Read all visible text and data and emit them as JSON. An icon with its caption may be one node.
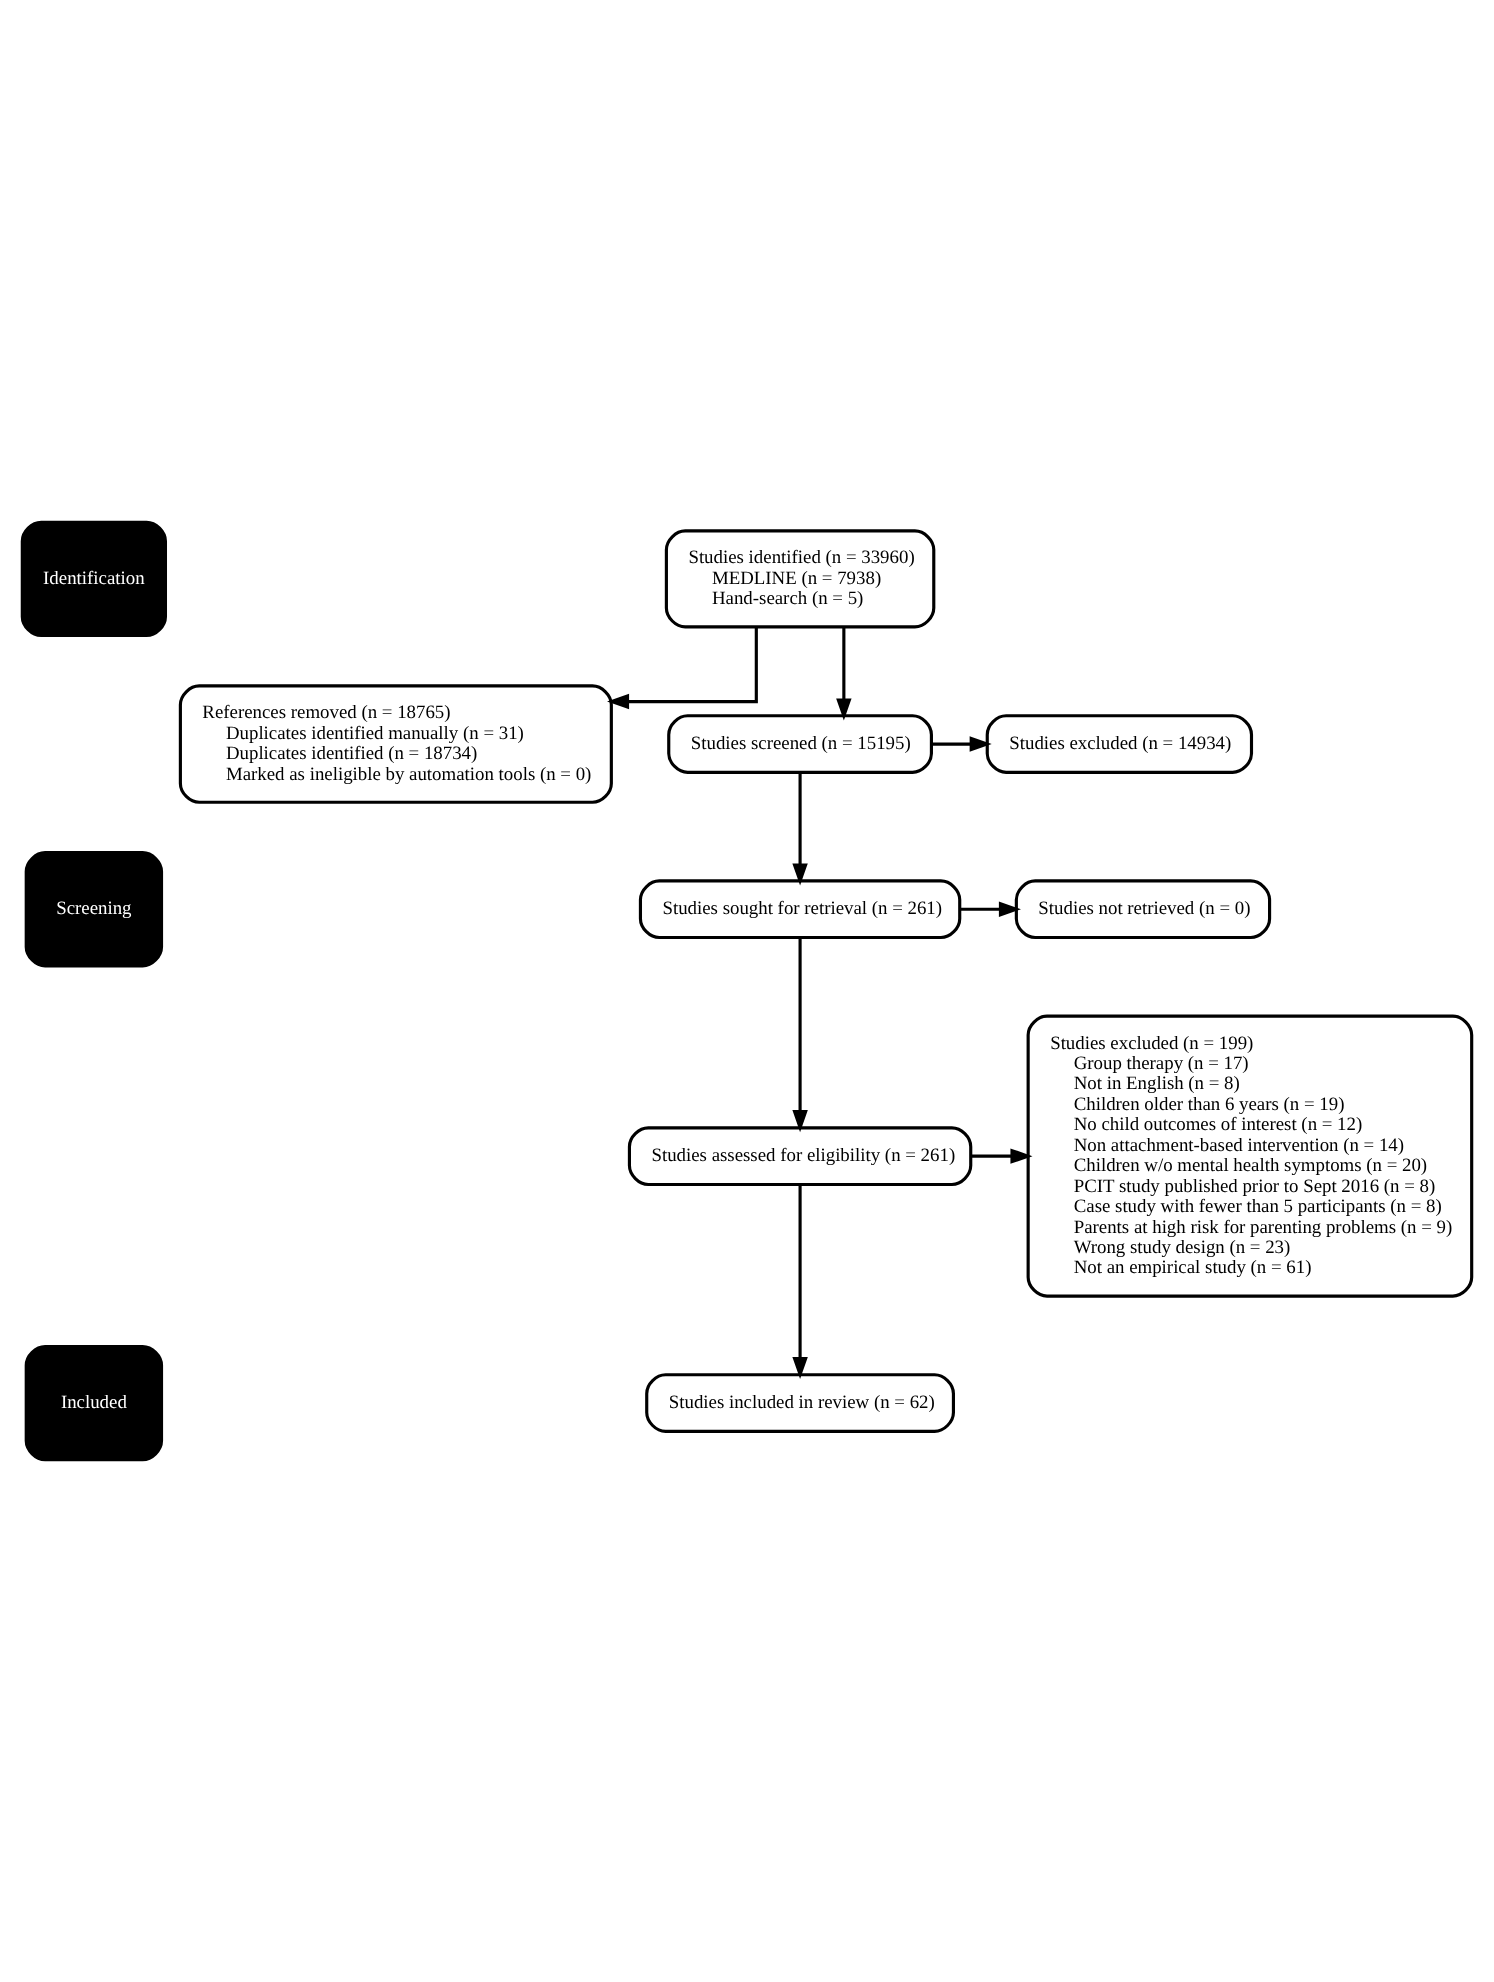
{
  "diagram": {
    "nodes": [
      {
        "text": [
          "Identification"
        ]
      },
      {
        "text": [
          "Screening"
        ]
      },
      {
        "text": [
          "Included"
        ]
      },
      {
        "text": [
          "Studies identified (n = 33960)",
          "MEDLINE (n = 7938)",
          "Hand-search (n = 5)"
        ]
      },
      {
        "text": [
          "References removed (n = 18765)",
          "Duplicates identified manually (n = 31)",
          "Duplicates identified (n = 18734)",
          "Marked as ineligible by automation tools (n = 0)"
        ]
      },
      {
        "text": [
          "Studies screened (n = 15195)"
        ]
      },
      {
        "text": [
          "Studies excluded (n = 14934)"
        ]
      },
      {
        "text": [
          "Studies sought for retrieval (n = 261)"
        ]
      },
      {
        "text": [
          "Studies not retrieved (n = 0)"
        ]
      },
      {
        "text": [
          "Studies assessed for eligibility (n = 261)"
        ]
      },
      {
        "text": [
          "Studies excluded (n = 199)",
          "Group therapy (n = 17)",
          "Not in English (n = 8)",
          "Children older than 6 years (n = 19)",
          "No child outcomes of interest (n = 12)",
          "Non attachment-based intervention (n = 14)",
          "Children w/o mental health symptoms (n = 20)",
          "PCIT study published prior to Sept 2016 (n = 8)",
          "Case study with fewer than 5 participants (n = 8)",
          "Parents at high risk for parenting problems (n = 9)",
          "Wrong study design (n = 23)",
          "Not an empirical study (n = 61)"
        ]
      },
      {
        "text": [
          "Studies included in review (n = 62)"
        ]
      }
    ],
    "edges": [
      {
        "from": 3,
        "to": 5,
        "arrow": "to"
      },
      {
        "from": 3,
        "to": 4,
        "arrow": "to"
      },
      {
        "from": 5,
        "to": 6,
        "arrow": "to"
      },
      {
        "from": 5,
        "to": 7,
        "arrow": "to"
      },
      {
        "from": 7,
        "to": 8,
        "arrow": "to"
      },
      {
        "from": 7,
        "to": 9,
        "arrow": "to"
      },
      {
        "from": 9,
        "to": 10,
        "arrow": "to"
      },
      {
        "from": 9,
        "to": 11,
        "arrow": "to"
      }
    ]
  }
}
